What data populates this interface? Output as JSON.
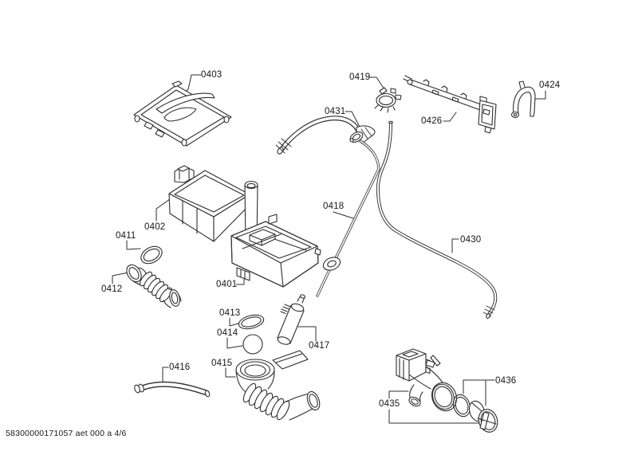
{
  "page": {
    "background": "#ffffff",
    "line_color": "#2e2e2e",
    "text_color": "#161616"
  },
  "footer": {
    "doc_number": "58300000171057 aet 000 a 4/6"
  },
  "diagram": {
    "type": "exploded-parts-diagram",
    "subject": "washing-machine detergent dispenser and hose assembly",
    "labels": {
      "p0401": "0401",
      "p0402": "0402",
      "p0403": "0403",
      "p0411": "0411",
      "p0412": "0412",
      "p0413": "0413",
      "p0414": "0414",
      "p0415": "0415",
      "p0416": "0416",
      "p0417": "0417",
      "p0418": "0418",
      "p0419": "0419",
      "p0424": "0424",
      "p0426": "0426",
      "p0430": "0430",
      "p0431": "0431",
      "p0435": "0435",
      "p0436": "0436"
    }
  }
}
